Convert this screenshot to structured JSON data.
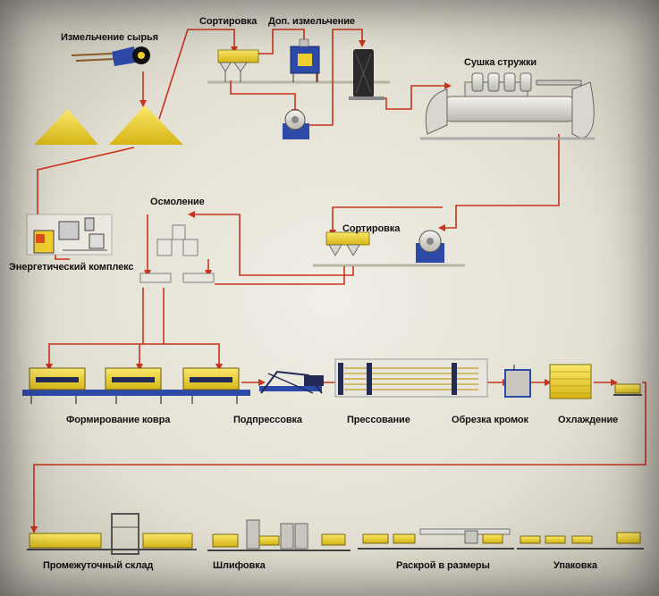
{
  "labels": {
    "raw_grinding": "Измельчение сырья",
    "sorting_1": "Сортировка",
    "extra_grinding": "Доп. измельчение",
    "chip_drying": "Сушка стружки",
    "resin": "Осмоление",
    "sorting_2": "Сортировка",
    "energy": "Энергетический комплекс",
    "mat_forming": "Формирование ковра",
    "prepress": "Подпрессовка",
    "pressing": "Прессование",
    "edge_trim": "Обрезка кромок",
    "cooling": "Охлаждение",
    "buffer_storage": "Промежуточный склад",
    "sanding": "Шлифовка",
    "cut_to_size": "Раскрой в размеры",
    "packing": "Упаковка"
  },
  "colors": {
    "flow_line": "#c8321e",
    "machine_yellow": "#f0d030",
    "machine_blue": "#2e4aa8",
    "machine_gray": "#c9c7c0",
    "frame_dark": "#222a55"
  }
}
